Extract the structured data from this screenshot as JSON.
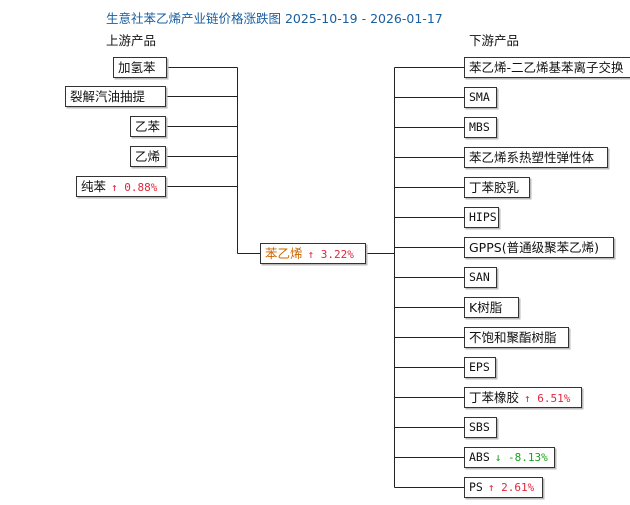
{
  "title": "生意社苯乙烯产业链价格涨跌图 2025-10-19 - 2026-01-17",
  "upstream_heading": "上游产品",
  "downstream_heading": "下游产品",
  "center": {
    "name": "苯乙烯",
    "arrow": "↑",
    "change": "3.22%",
    "direction": "up"
  },
  "upstream": [
    {
      "name": "加氢苯"
    },
    {
      "name": "裂解汽油抽提"
    },
    {
      "name": "乙苯"
    },
    {
      "name": "乙烯"
    },
    {
      "name": "纯苯",
      "arrow": "↑",
      "change": "0.88%",
      "direction": "up"
    }
  ],
  "downstream": [
    {
      "name": "苯乙烯-二乙烯基苯离子交换"
    },
    {
      "name": "SMA"
    },
    {
      "name": "MBS"
    },
    {
      "name": "苯乙烯系热塑性弹性体"
    },
    {
      "name": "丁苯胶乳"
    },
    {
      "name": "HIPS"
    },
    {
      "name": "GPPS(普通级聚苯乙烯)"
    },
    {
      "name": "SAN"
    },
    {
      "name": "K树脂"
    },
    {
      "name": "不饱和聚酯树脂"
    },
    {
      "name": "EPS"
    },
    {
      "name": "丁苯橡胶",
      "arrow": "↑",
      "change": "6.51%",
      "direction": "up"
    },
    {
      "name": "SBS"
    },
    {
      "name": "ABS",
      "arrow": "↓",
      "change": "-8.13%",
      "direction": "down"
    },
    {
      "name": "PS",
      "arrow": "↑",
      "change": "2.61%",
      "direction": "up"
    }
  ],
  "colors": {
    "title": "#1a5fa0",
    "center_name": "#cc6600",
    "up": "#e0263b",
    "down": "#19a119"
  }
}
